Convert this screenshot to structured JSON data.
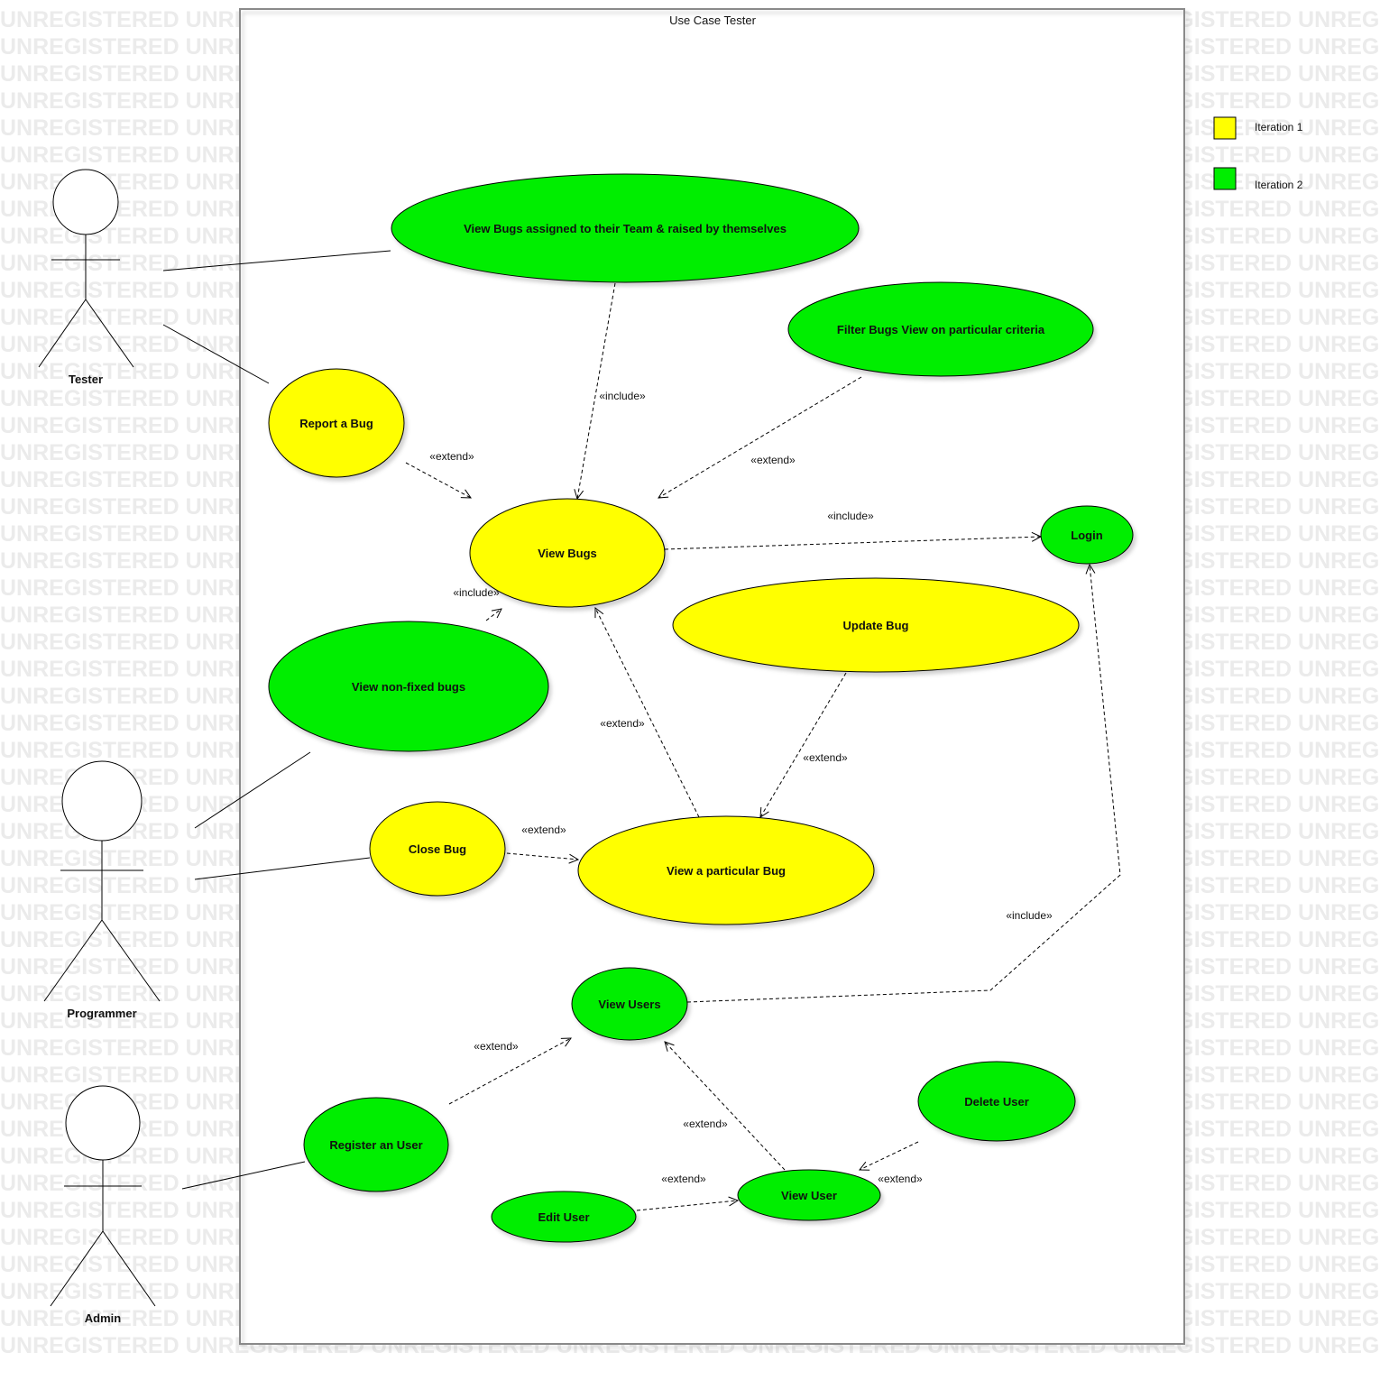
{
  "watermark": "UNREGISTERED",
  "system": {
    "title": "Use Case Tester"
  },
  "colors": {
    "iteration1": "#ffff00",
    "iteration2": "#00ee00",
    "stroke": "#000000"
  },
  "legend": [
    {
      "label": "Iteration 1",
      "color": "#ffff00"
    },
    {
      "label": "Iteration 2",
      "color": "#00ee00"
    }
  ],
  "actors": [
    {
      "id": "tester",
      "name": "Tester"
    },
    {
      "id": "programmer",
      "name": "Programmer"
    },
    {
      "id": "admin",
      "name": "Admin"
    }
  ],
  "use_cases": [
    {
      "id": "view-bugs-team",
      "label": "View Bugs assigned to their Team & raised by themselves",
      "iteration": 2
    },
    {
      "id": "filter-bugs",
      "label": "Filter Bugs View on particular criteria",
      "iteration": 2
    },
    {
      "id": "report-bug",
      "label": "Report a Bug",
      "iteration": 1
    },
    {
      "id": "view-bugs",
      "label": "View Bugs",
      "iteration": 1
    },
    {
      "id": "login",
      "label": "Login",
      "iteration": 2
    },
    {
      "id": "update-bug",
      "label": "Update Bug",
      "iteration": 1
    },
    {
      "id": "view-non-fixed",
      "label": "View non-fixed bugs",
      "iteration": 2
    },
    {
      "id": "close-bug",
      "label": "Close Bug",
      "iteration": 1
    },
    {
      "id": "view-particular-bug",
      "label": "View a particular Bug",
      "iteration": 1
    },
    {
      "id": "view-users",
      "label": "View Users",
      "iteration": 2
    },
    {
      "id": "delete-user",
      "label": "Delete User",
      "iteration": 2
    },
    {
      "id": "register-user",
      "label": "Register an User",
      "iteration": 2
    },
    {
      "id": "view-user",
      "label": "View User",
      "iteration": 2
    },
    {
      "id": "edit-user",
      "label": "Edit User",
      "iteration": 2
    }
  ],
  "associations": [
    {
      "actor": "tester",
      "use_case": "view-bugs-team"
    },
    {
      "actor": "tester",
      "use_case": "report-bug"
    },
    {
      "actor": "programmer",
      "use_case": "view-non-fixed"
    },
    {
      "actor": "programmer",
      "use_case": "close-bug"
    },
    {
      "actor": "admin",
      "use_case": "register-user"
    }
  ],
  "relationships": [
    {
      "from": "view-bugs-team",
      "to": "view-bugs",
      "stereotype": "«include»"
    },
    {
      "from": "filter-bugs",
      "to": "view-bugs",
      "stereotype": "«extend»"
    },
    {
      "from": "report-bug",
      "to": "view-bugs",
      "stereotype": "«extend»"
    },
    {
      "from": "view-bugs",
      "to": "login",
      "stereotype": "«include»"
    },
    {
      "from": "view-non-fixed",
      "to": "view-bugs",
      "stereotype": "«include»"
    },
    {
      "from": "view-particular-bug",
      "to": "view-bugs",
      "stereotype": "«extend»"
    },
    {
      "from": "update-bug",
      "to": "view-particular-bug",
      "stereotype": "«extend»"
    },
    {
      "from": "close-bug",
      "to": "view-particular-bug",
      "stereotype": "«extend»"
    },
    {
      "from": "view-users",
      "to": "login",
      "stereotype": "«include»"
    },
    {
      "from": "register-user",
      "to": "view-users",
      "stereotype": "«extend»"
    },
    {
      "from": "view-user",
      "to": "view-users",
      "stereotype": "«extend»"
    },
    {
      "from": "edit-user",
      "to": "view-user",
      "stereotype": "«extend»"
    },
    {
      "from": "delete-user",
      "to": "view-user",
      "stereotype": "«extend»"
    }
  ]
}
